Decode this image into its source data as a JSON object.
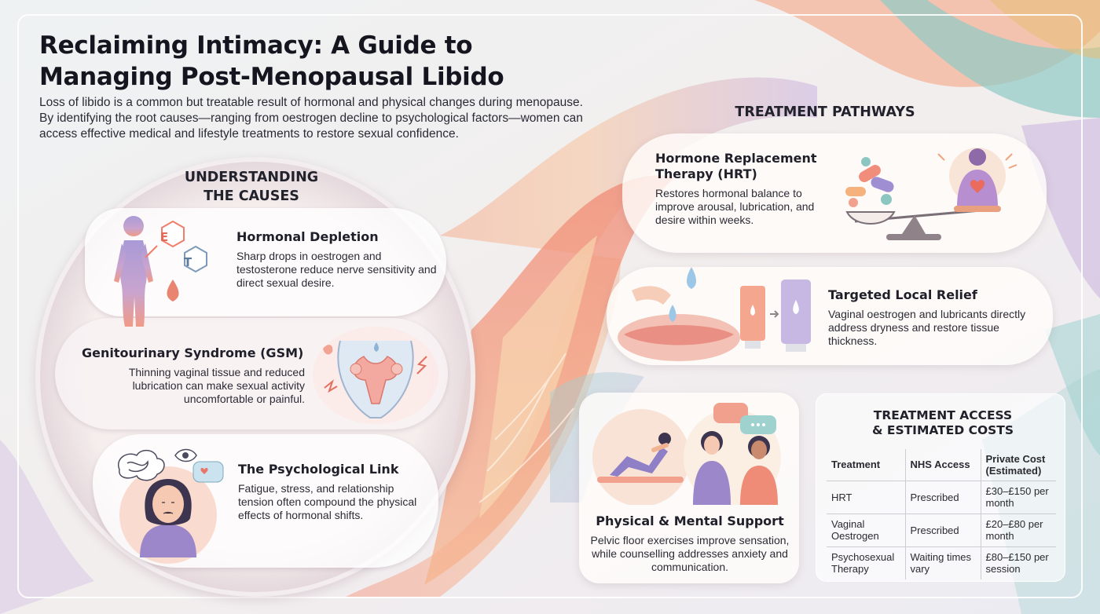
{
  "header": {
    "title_line1": "Reclaiming Intimacy: A Guide to",
    "title_line2": "Managing Post-Menopausal Libido",
    "intro": "Loss of libido is a common but treatable result of hormonal and physical changes during menopause. By identifying the root causes—ranging from oestrogen decline to psychological factors—women can access effective medical and lifestyle treatments to restore sexual confidence."
  },
  "causes": {
    "heading_line1": "UNDERSTANDING",
    "heading_line2": "THE CAUSES",
    "items": [
      {
        "title": "Hormonal Depletion",
        "text": "Sharp drops in oestrogen and testosterone reduce nerve sensitivity and direct sexual desire.",
        "icon": "hormone-silhouette-icon",
        "badge_e": "E",
        "badge_t": "T"
      },
      {
        "title": "Genitourinary Syndrome (GSM)",
        "text": "Thinning vaginal tissue and reduced lubrication can make sexual activity uncomfortable or painful.",
        "icon": "pelvic-anatomy-icon"
      },
      {
        "title": "The Psychological Link",
        "text": "Fatigue, stress, and relationship tension often compound the physical effects of hormonal shifts.",
        "icon": "stressed-woman-icon"
      }
    ]
  },
  "treatments": {
    "heading": "TREATMENT PATHWAYS",
    "items": [
      {
        "title_line1": "Hormone Replacement",
        "title_line2": "Therapy (HRT)",
        "text": "Restores hormonal balance to improve arousal, lubrication, and desire within weeks.",
        "icon": "pills-balance-icon"
      },
      {
        "title": "Targeted Local Relief",
        "text": "Vaginal oestrogen and lubricants directly address dryness and restore tissue thickness.",
        "icon": "lubricant-tubes-icon"
      },
      {
        "title": "Physical & Mental Support",
        "text": "Pelvic floor exercises improve sensation, while counselling addresses anxiety and communication.",
        "icon": "exercise-counselling-icon"
      }
    ]
  },
  "costs_table": {
    "heading_line1": "TREATMENT ACCESS",
    "heading_line2": "& ESTIMATED COSTS",
    "columns": [
      "Treatment",
      "NHS Access",
      "Private Cost (Estimated)"
    ],
    "rows": [
      [
        "HRT",
        "Prescribed",
        "£30–£150 per month"
      ],
      [
        "Vaginal Oestrogen",
        "Prescribed",
        "£20–£80 per month"
      ],
      [
        "Psychosexual Therapy",
        "Waiting times vary",
        "£80–£150 per session"
      ]
    ]
  },
  "colors": {
    "coral": "#ef8c78",
    "peach": "#f6c7a3",
    "lavender": "#b9a7d8",
    "teal": "#8fc8c4",
    "purple_figure": "#9b87c9"
  }
}
